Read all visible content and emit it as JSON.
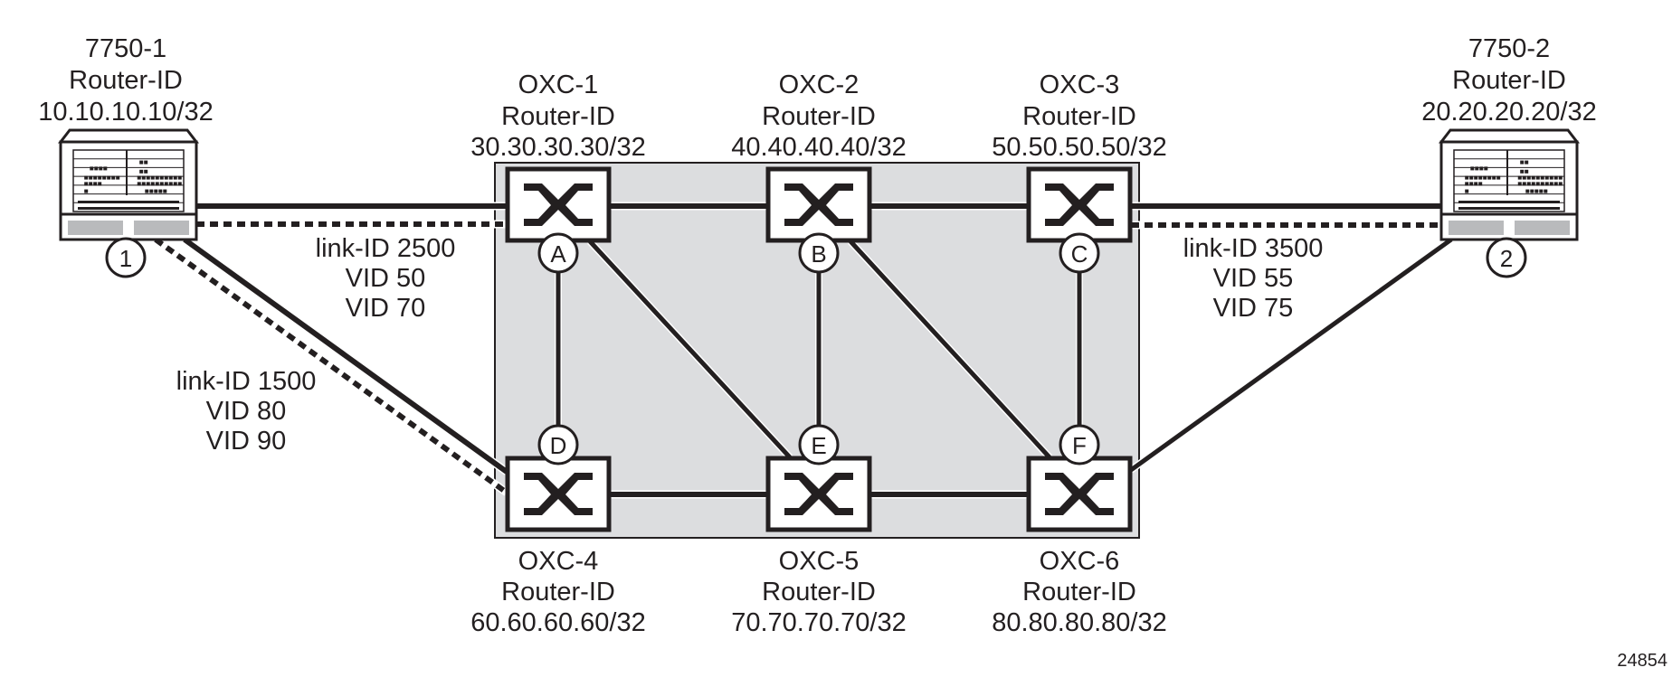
{
  "figure_id": "24854",
  "colors": {
    "domain_fill": "#dcdddf",
    "line": "#231f20",
    "slot_gray": "#b9babc"
  },
  "routers": [
    {
      "id": "r1",
      "name": "7750-1",
      "label2": "Router-ID",
      "ip": "10.10.10.10/32",
      "port": "1"
    },
    {
      "id": "r2",
      "name": "7750-2",
      "label2": "Router-ID",
      "ip": "20.20.20.20/32",
      "port": "2"
    }
  ],
  "oxcs": [
    {
      "id": "oxc1",
      "name": "OXC-1",
      "label2": "Router-ID",
      "ip": "30.30.30.30/32",
      "port": "A"
    },
    {
      "id": "oxc2",
      "name": "OXC-2",
      "label2": "Router-ID",
      "ip": "40.40.40.40/32",
      "port": "B"
    },
    {
      "id": "oxc3",
      "name": "OXC-3",
      "label2": "Router-ID",
      "ip": "50.50.50.50/32",
      "port": "C"
    },
    {
      "id": "oxc4",
      "name": "OXC-4",
      "label2": "Router-ID",
      "ip": "60.60.60.60/32",
      "port": "D"
    },
    {
      "id": "oxc5",
      "name": "OXC-5",
      "label2": "Router-ID",
      "ip": "70.70.70.70/32",
      "port": "E"
    },
    {
      "id": "oxc6",
      "name": "OXC-6",
      "label2": "Router-ID",
      "ip": "80.80.80.80/32",
      "port": "F"
    }
  ],
  "links": [
    {
      "from": "7750-1",
      "to": "OXC-1",
      "type": "data+control"
    },
    {
      "from": "7750-1",
      "to": "OXC-4",
      "type": "data+control"
    },
    {
      "from": "OXC-3",
      "to": "7750-2",
      "type": "data+control"
    },
    {
      "from": "OXC-6",
      "to": "7750-2",
      "type": "data"
    },
    {
      "from": "OXC-1",
      "to": "OXC-2",
      "type": "data"
    },
    {
      "from": "OXC-2",
      "to": "OXC-3",
      "type": "data"
    },
    {
      "from": "OXC-4",
      "to": "OXC-5",
      "type": "data"
    },
    {
      "from": "OXC-5",
      "to": "OXC-6",
      "type": "data"
    },
    {
      "from": "OXC-1",
      "to": "OXC-4",
      "type": "data"
    },
    {
      "from": "OXC-2",
      "to": "OXC-5",
      "type": "data"
    },
    {
      "from": "OXC-3",
      "to": "OXC-6",
      "type": "data"
    },
    {
      "from": "OXC-1",
      "to": "OXC-5",
      "type": "data"
    },
    {
      "from": "OXC-2",
      "to": "OXC-6",
      "type": "data"
    }
  ],
  "link_labels": [
    {
      "id": "l2500",
      "lines": [
        "link-ID 2500",
        "VID 50",
        "VID 70"
      ]
    },
    {
      "id": "l3500",
      "lines": [
        "link-ID 3500",
        "VID 55",
        "VID 75"
      ]
    },
    {
      "id": "l1500",
      "lines": [
        "link-ID 1500",
        "VID 80",
        "VID 90"
      ]
    }
  ]
}
